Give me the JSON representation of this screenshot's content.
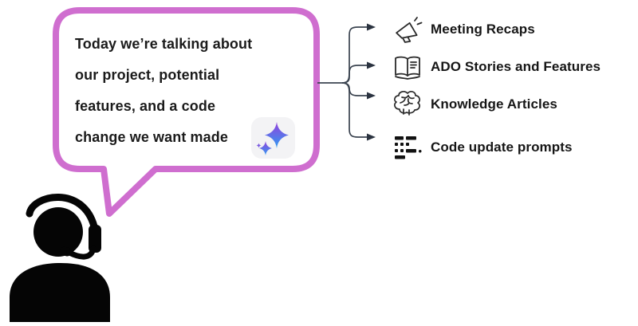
{
  "bubble": {
    "lines": {
      "0": "Today we’re talking about",
      "1": "our project, potential",
      "2": "features, and a code",
      "3": "change we want made"
    },
    "border_color": "#cf6ecf",
    "icon": "ai-sparkle-icon"
  },
  "speaker": {
    "icon": "person-headset-icon"
  },
  "items": [
    {
      "icon": "megaphone-icon",
      "label": "Meeting Recaps"
    },
    {
      "icon": "open-book-icon",
      "label": "ADO Stories and Features"
    },
    {
      "icon": "brain-icon",
      "label": "Knowledge Articles"
    },
    {
      "icon": "code-pattern-icon",
      "label": "Code update prompts"
    }
  ],
  "colors": {
    "bubble_border": "#cf6ecf",
    "connector": "#3b4450",
    "text": "#1b1b1b",
    "icon_stroke": "#2a2a2a",
    "sparkle_purple": "#9440dd",
    "sparkle_blue": "#2f9df2",
    "sparkle_bg": "#f3f3f5"
  }
}
